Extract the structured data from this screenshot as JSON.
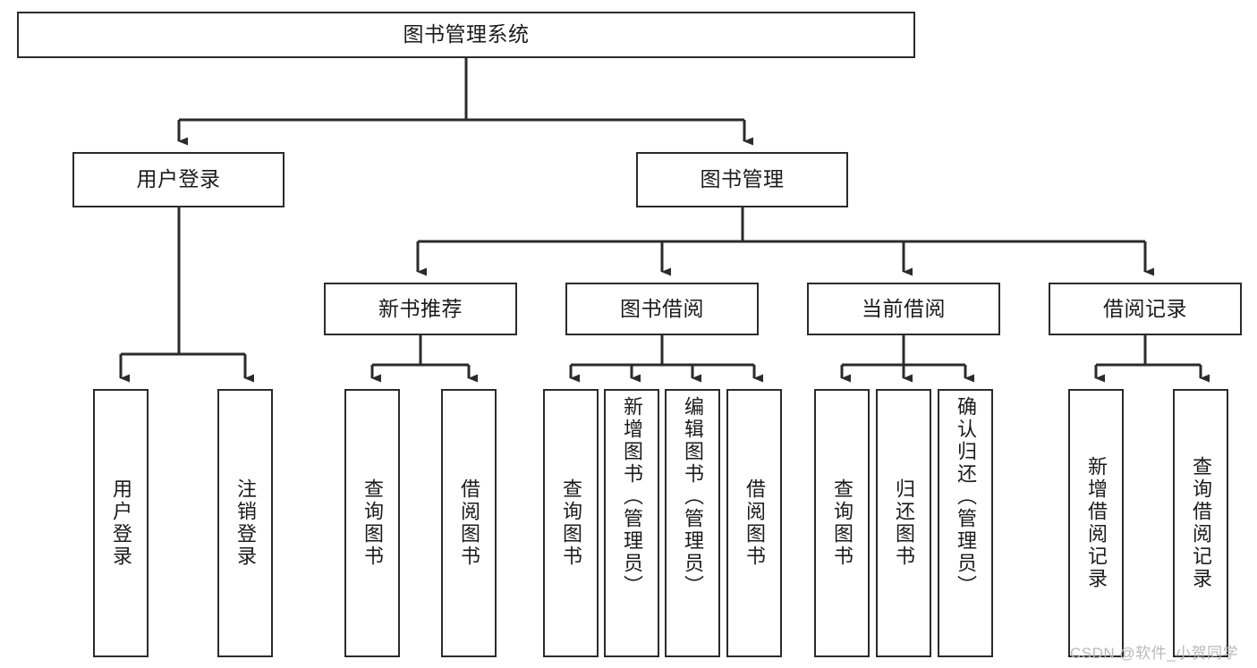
{
  "diagram": {
    "type": "tree-hierarchy-chart",
    "title_node": {
      "label": "图书管理系统"
    },
    "level2": [
      {
        "id": "user-login",
        "label": "用户登录"
      },
      {
        "id": "book-management",
        "label": "图书管理"
      }
    ],
    "level3": [
      {
        "id": "new-book-recommend",
        "label": "新书推荐",
        "parent": "book-management"
      },
      {
        "id": "book-borrow",
        "label": "图书借阅",
        "parent": "book-management"
      },
      {
        "id": "current-borrow",
        "label": "当前借阅",
        "parent": "book-management"
      },
      {
        "id": "borrow-record",
        "label": "借阅记录",
        "parent": "book-management"
      }
    ],
    "leaves": [
      {
        "id": "leaf-user-login",
        "label": "用户登录",
        "parent": "user-login"
      },
      {
        "id": "leaf-logout-login",
        "label": "注销登录",
        "parent": "user-login"
      },
      {
        "id": "leaf-query-book-1",
        "label": "查询图书",
        "parent": "new-book-recommend"
      },
      {
        "id": "leaf-borrow-book-1",
        "label": "借阅图书",
        "parent": "new-book-recommend"
      },
      {
        "id": "leaf-query-book-2",
        "label": "查询图书",
        "parent": "book-borrow"
      },
      {
        "id": "leaf-add-book",
        "label": "新增图书（管理员）",
        "parent": "book-borrow"
      },
      {
        "id": "leaf-edit-book",
        "label": "编辑图书（管理员）",
        "parent": "book-borrow"
      },
      {
        "id": "leaf-borrow-book-2",
        "label": "借阅图书",
        "parent": "book-borrow"
      },
      {
        "id": "leaf-query-book-3",
        "label": "查询图书",
        "parent": "current-borrow"
      },
      {
        "id": "leaf-return-book",
        "label": "归还图书",
        "parent": "current-borrow"
      },
      {
        "id": "leaf-confirm-return",
        "label": "确认归还（管理员）",
        "parent": "current-borrow"
      },
      {
        "id": "leaf-add-borrow-record",
        "label": "新增借阅记录",
        "parent": "borrow-record"
      },
      {
        "id": "leaf-query-borrow-record",
        "label": "查询借阅记录",
        "parent": "borrow-record"
      }
    ],
    "colors": {
      "box_border": "#2b2b2b",
      "box_fill": "#ffffff",
      "connector": "#2b2b2b",
      "text": "#1b1b1b",
      "background": "#ffffff",
      "watermark": "#b9b9b9"
    }
  },
  "watermark": {
    "text": "CSDN @软件_小贺同学"
  }
}
